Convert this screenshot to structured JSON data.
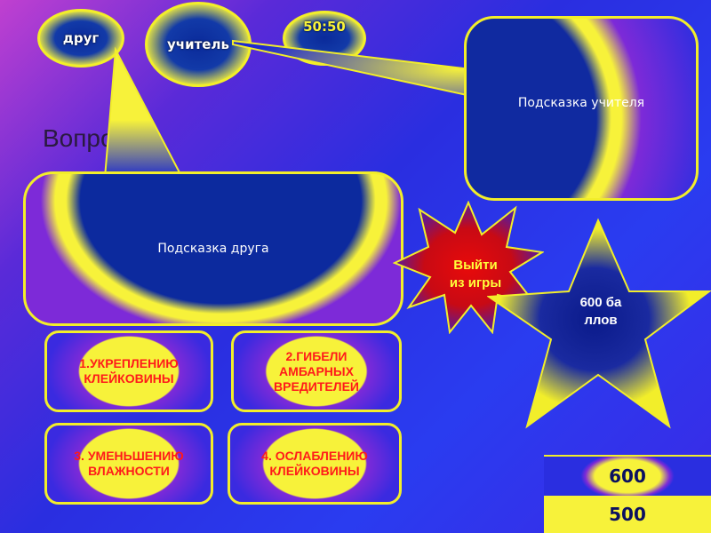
{
  "lifelines": {
    "friend": "друг",
    "teacher": "учитель",
    "fifty": "50:50"
  },
  "question": {
    "text": "Вопрос"
  },
  "hints": {
    "teacher": "Подсказка учителя",
    "friend": "Подсказка друга"
  },
  "answers": [
    {
      "label": "1.УКРЕПЛЕНИЮ КЛЕЙКОВИНЫ"
    },
    {
      "label": "2.ГИБЕЛИ АМБАРНЫХ ВРЕДИТЕЛЕЙ"
    },
    {
      "label": "3. УМЕНЬШЕНИЮ ВЛАЖНОСТИ"
    },
    {
      "label": "4. ОСЛАБЛЕНИЮ КЛЕЙКОВИНЫ"
    }
  ],
  "exit_button": {
    "label": "Выйти из игры"
  },
  "prize": {
    "label": "600 баллов"
  },
  "score_ladder": [
    {
      "value": "600",
      "current": true
    },
    {
      "value": "500",
      "current": false
    }
  ],
  "colors": {
    "accent_yellow": "#f2ee2a",
    "answer_text_red": "#ff1a1a",
    "background_blue": "#2a2ee0",
    "background_magenta": "#c040d0"
  }
}
